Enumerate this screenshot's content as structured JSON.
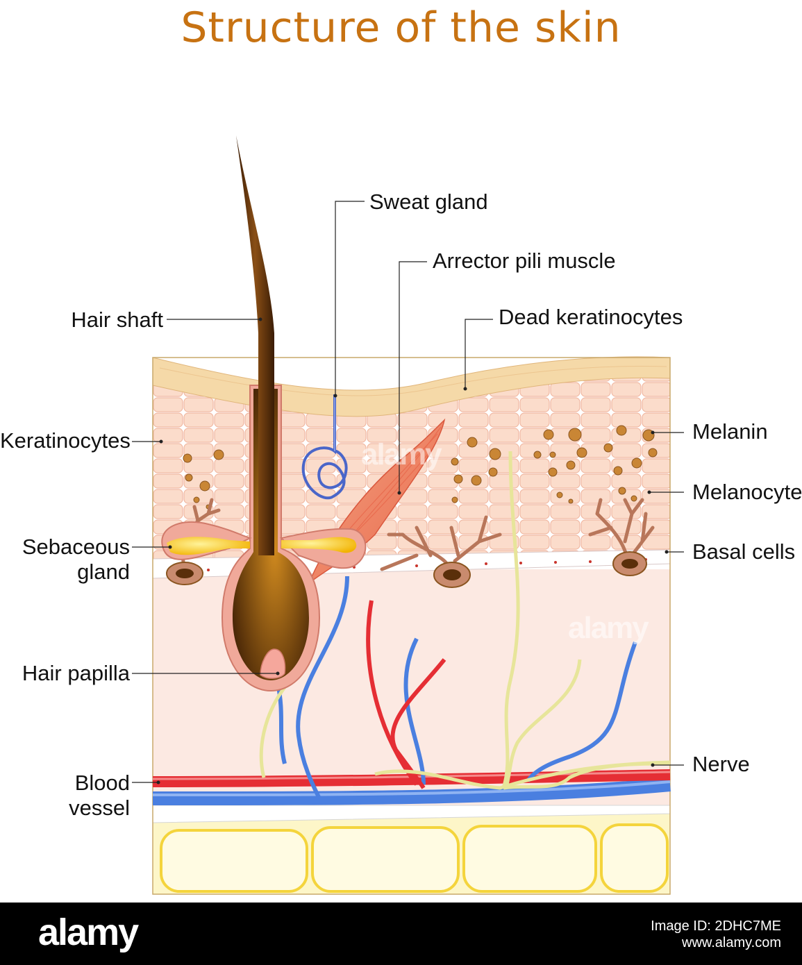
{
  "title": "Structure of the skin",
  "labels": {
    "sweat_gland": "Sweat gland",
    "arrector_pili_muscle": "Arrector pili muscle",
    "hair_shaft": "Hair shaft",
    "dead_keratinocytes": "Dead keratinocytes",
    "keratinocytes": "Keratinocytes",
    "melanin": "Melanin",
    "melanocyte": "Melanocyte",
    "sebaceous_gland_line1": "Sebaceous",
    "sebaceous_gland_line2": "gland",
    "basal_cells": "Basal cells",
    "hair_papilla": "Hair papilla",
    "nerve": "Nerve",
    "blood_vessel_line1": "Blood",
    "blood_vessel_line2": "vessel"
  },
  "watermark": "alamy",
  "footer": {
    "brand": "alamy",
    "image_id": "Image ID: 2DHC7ME",
    "site": "www.alamy.com"
  },
  "colors": {
    "title": "#c77212",
    "stratum_corneum": "#f5d9a8",
    "epidermis": "#fbd9c7",
    "dermis": "#fce9e2",
    "hypodermis": "#fdf6c8",
    "fat_lines": "#f4d43c",
    "hair": "#5a2f0a",
    "follicle": "#f0a99a",
    "sebum": "#f0b800",
    "artery": "#e52e34",
    "vein": "#4a7fe0",
    "nerve": "#e7e59a",
    "melanin": "#c98635",
    "melanocyte": "#c98b6e"
  }
}
